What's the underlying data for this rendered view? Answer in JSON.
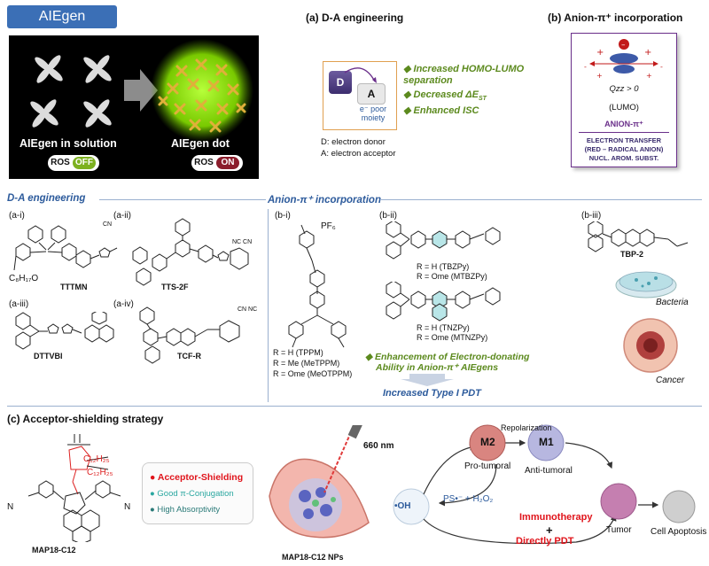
{
  "aiegen": {
    "tag": "AIEgen",
    "solution_label": "AIEgen in solution",
    "dot_label": "AIEgen dot",
    "ros_off": {
      "left": "ROS",
      "right": "OFF"
    },
    "ros_on": {
      "left": "ROS",
      "right": "ON"
    }
  },
  "panel_a": {
    "title": "(a)   D-A engineering",
    "donor": "D",
    "acceptor": "A",
    "acceptor_caption": "e⁻ poor moiety",
    "legend_d": "D: electron donor",
    "legend_a": "A: electron acceptor",
    "bullets": [
      "Increased HOMO-LUMO separation",
      "Decreased ΔE",
      "Enhanced ISC"
    ],
    "bullet_sub": "ST"
  },
  "panel_b": {
    "title": "(b)   Anion-π⁺ incorporation",
    "qzz": "Qzz > 0",
    "lumo": "(LUMO)",
    "anion": "ANION-π⁺",
    "et1": "ELECTRON TRANSFER",
    "et2": "(RED – RADICAL ANION)",
    "et3": "NUCL. AROM. SUBST."
  },
  "mid": {
    "da_title": "D-A engineering",
    "anion_title": "Anion-π⁺ incorporation",
    "ai": "(a-i)",
    "aii": "(a-ii)",
    "aiii": "(a-iii)",
    "aiv": "(a-iv)",
    "bi": "(b-i)",
    "bii": "(b-ii)",
    "biii": "(b-iii)",
    "tttmn": "TTTMN",
    "tts2f": "TTS-2F",
    "dttvbi": "DTTVBI",
    "tcfr": "TCF-R",
    "c8": "C₈H₁₇O",
    "pf6": "PF₆",
    "bi_r1": "R = H (TPPM)",
    "bi_r2": "R = Me (MeTPPM)",
    "bi_r3": "R = Ome (MeOTPPM)",
    "tbz1": "R = H (TBZPy)",
    "tbz2": "R = Ome (MTBZPy)",
    "tnz1": "R = H (TNZPy)",
    "tnz2": "R = Ome (MTNZPy)",
    "enh1": "Enhancement of Electron-donating",
    "enh2": "Ability in Anion-π⁺ AIEgens",
    "type1": "Increased Type I PDT",
    "tbp2": "TBP-2",
    "bacteria": "Bacteria",
    "cancer": "Cancer"
  },
  "panel_c": {
    "title": "(c)   Acceptor-shielding strategy",
    "alkyl1": "C₁₂H₂₅",
    "alkyl2": "C₁₂H₂₅",
    "bullets": [
      "Acceptor-Shielding",
      "Good π-Conjugation",
      "High Absorptivity"
    ],
    "molecule": "MAP18-C12",
    "nps": "MAP18-C12 NPs",
    "laser": "660 nm",
    "m2": "M2",
    "m1": "M1",
    "repolarization": "Repolarization",
    "pro": "Pro-tumoral",
    "anti": "Anti-tumoral",
    "oh": "•OH",
    "ps": "PS•⁻ + H₂O₂",
    "immuno": "Immunotherapy",
    "plus": "+",
    "directly": "Directly PDT",
    "tumor": "Tumor",
    "apoptosis": "Cell Apoptosis"
  },
  "colors": {
    "tag_blue": "#3b6fb6",
    "green_text": "#5c8a1e",
    "blue_text": "#2d5b9c",
    "red_text": "#e0141b",
    "cyan_text": "#2aa7a0",
    "purple_frame": "#6a2f8a"
  }
}
